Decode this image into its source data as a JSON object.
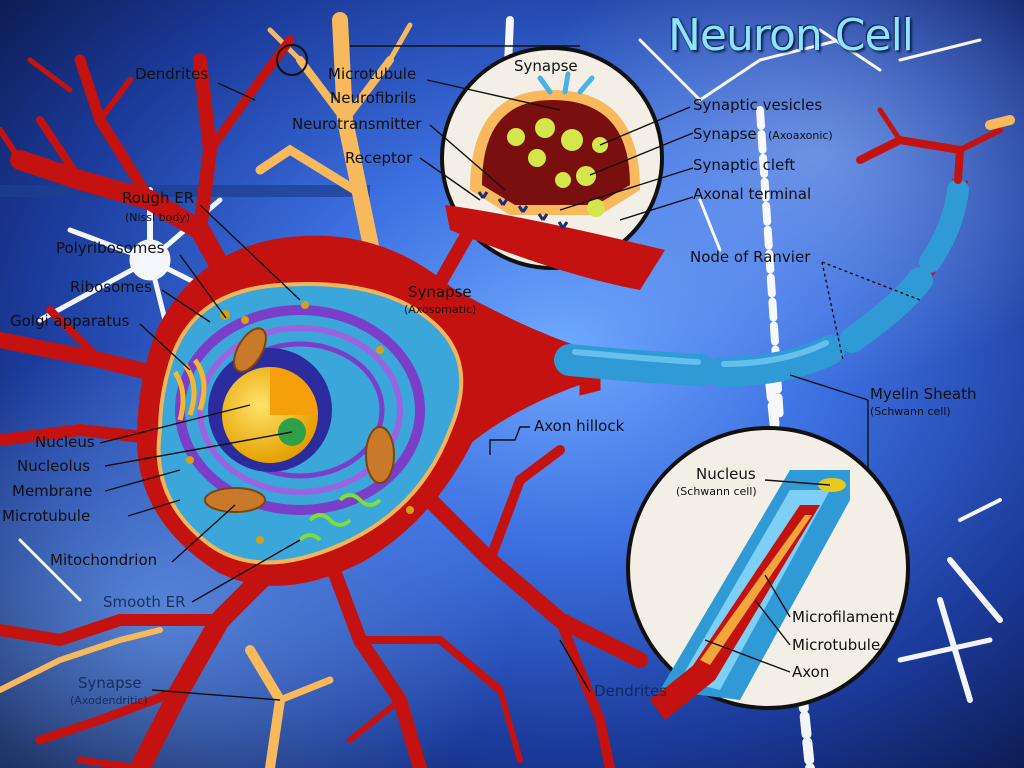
{
  "title": "Neuron Cell",
  "labels": {
    "dendrites_top": "Dendrites",
    "microtubule_top": "Microtubule",
    "neurofibrils": "Neurofibrils",
    "neurotransmitter": "Neurotransmitter",
    "receptor": "Receptor",
    "rough_er": "Rough ER",
    "rough_er_sub": "(Nissl body)",
    "polyribosomes": "Polyribosomes",
    "ribosomes": "Ribosomes",
    "golgi": "Golgi apparatus",
    "synapse_axosomatic": "Synapse",
    "synapse_axosomatic_sub": "(Axosomatic)",
    "nucleus": "Nucleus",
    "nucleolus": "Nucleolus",
    "membrane": "Membrane",
    "microtubule_left": "Microtubule",
    "mitochondrion": "Mitochondrion",
    "smooth_er": "Smooth ER",
    "synapse_axodendritic": "Synapse",
    "synapse_axodendritic_sub": "(Axodendritic)",
    "dendrites_bottom": "Dendrites",
    "axon_hillock": "Axon hillock",
    "synapse_inset": "Synapse",
    "synaptic_vesicles": "Synaptic vesicles",
    "synapse_axoaxonic": "Synapse",
    "synapse_axoaxonic_sub": "(Axoaxonic)",
    "synaptic_cleft": "Synaptic cleft",
    "axonal_terminal": "Axonal terminal",
    "node_of_ranvier": "Node of Ranvier",
    "myelin_sheath": "Myelin Sheath",
    "myelin_sheath_sub": "(Schwann cell)",
    "nucleus_schwann": "Nucleus",
    "nucleus_schwann_sub": "(Schwann cell)",
    "microfilament": "Microfilament",
    "microtubule_inset": "Microtubule",
    "axon": "Axon"
  },
  "colors": {
    "background_dark": "#0b1a55",
    "background_light": "#4d8ef5",
    "cell_body": "#c3120f",
    "cytoplasm": "#3ba6d9",
    "nucleus": "#f3c21a",
    "nucleolus": "#2ea04a",
    "er": "#7a3ec9",
    "myelin": "#2f9ad6",
    "synapse_tan": "#f7b95c",
    "white_neuron": "#ffffff"
  }
}
